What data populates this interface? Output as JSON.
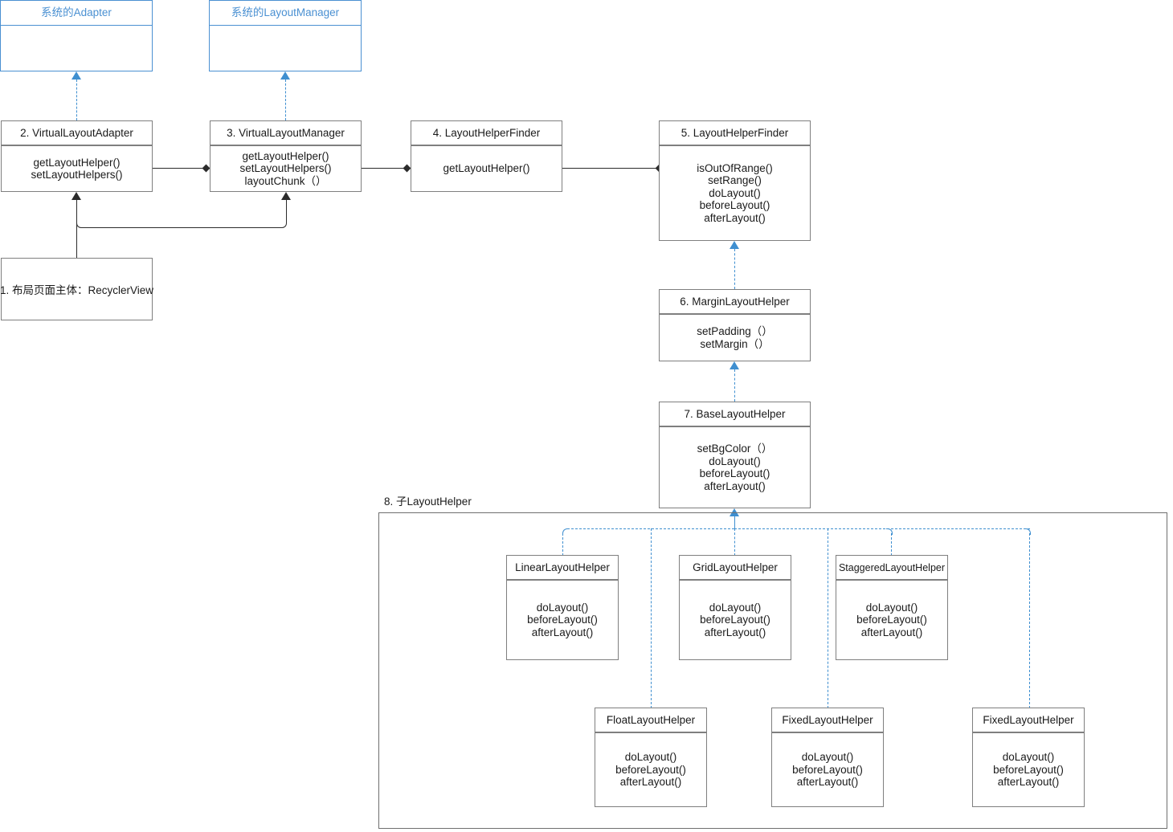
{
  "diagram": {
    "title_label_8": "8. 子LayoutHelper",
    "boxes": {
      "sys_adapter": {
        "title": "系统的Adapter",
        "methods": []
      },
      "sys_layoutmgr": {
        "title": "系统的LayoutManager",
        "methods": []
      },
      "recyclerview": {
        "title": "1. 布局页面主体：RecyclerView",
        "methods": []
      },
      "adapter": {
        "title": "2. VirtualLayoutAdapter",
        "methods": [
          "getLayoutHelper()",
          "setLayoutHelpers()"
        ]
      },
      "layoutmanager": {
        "title": "3. VirtualLayoutManager",
        "methods": [
          "getLayoutHelper()",
          "setLayoutHelpers()",
          "layoutChunk（）"
        ]
      },
      "finder4": {
        "title": "4. LayoutHelperFinder",
        "methods": [
          "getLayoutHelper()"
        ]
      },
      "finder5": {
        "title": "5. LayoutHelperFinder",
        "methods": [
          "isOutOfRange()",
          "setRange()",
          "doLayout()",
          "beforeLayout()",
          "afterLayout()"
        ]
      },
      "margin": {
        "title": "6. MarginLayoutHelper",
        "methods": [
          "setPadding（）",
          "setMargin（）"
        ]
      },
      "base": {
        "title": "7. BaseLayoutHelper",
        "methods": [
          "setBgColor（）",
          "doLayout()",
          "beforeLayout()",
          "afterLayout()"
        ]
      },
      "linear": {
        "title": "LinearLayoutHelper",
        "methods": [
          "doLayout()",
          "beforeLayout()",
          "afterLayout()"
        ]
      },
      "grid": {
        "title": "GridLayoutHelper",
        "methods": [
          "doLayout()",
          "beforeLayout()",
          "afterLayout()"
        ]
      },
      "staggered": {
        "title": "StaggeredLayoutHelper",
        "methods": [
          "doLayout()",
          "beforeLayout()",
          "afterLayout()"
        ]
      },
      "float": {
        "title": "FloatLayoutHelper",
        "methods": [
          "doLayout()",
          "beforeLayout()",
          "afterLayout()"
        ]
      },
      "fixed1": {
        "title": "FixedLayoutHelper",
        "methods": [
          "doLayout()",
          "beforeLayout()",
          "afterLayout()"
        ]
      },
      "fixed2": {
        "title": "FixedLayoutHelper",
        "methods": [
          "doLayout()",
          "beforeLayout()",
          "afterLayout()"
        ]
      }
    },
    "colors": {
      "accent_blue": "#4a90d2",
      "connector_blue": "#3f8fd0",
      "line_dark": "#2b2b2b",
      "border_gray": "#7f7f7f",
      "background": "#ffffff"
    },
    "relations": [
      {
        "from": "adapter",
        "to": "sys_adapter",
        "kind": "generalization-dashed"
      },
      {
        "from": "layoutmanager",
        "to": "sys_layoutmgr",
        "kind": "generalization-dashed"
      },
      {
        "from": "recyclerview",
        "to": "adapter",
        "kind": "association-arrow"
      },
      {
        "from": "recyclerview",
        "to": "layoutmanager",
        "kind": "association-arrow"
      },
      {
        "from": "adapter",
        "to": "layoutmanager",
        "kind": "composition-diamond"
      },
      {
        "from": "layoutmanager",
        "to": "finder4",
        "kind": "composition-diamond"
      },
      {
        "from": "finder4",
        "to": "finder5",
        "kind": "composition-diamond"
      },
      {
        "from": "margin",
        "to": "finder5",
        "kind": "generalization-dashed"
      },
      {
        "from": "base",
        "to": "margin",
        "kind": "generalization-dashed"
      },
      {
        "from": "sub-helpers",
        "to": "base",
        "kind": "generalization-dashed-bus"
      }
    ]
  }
}
